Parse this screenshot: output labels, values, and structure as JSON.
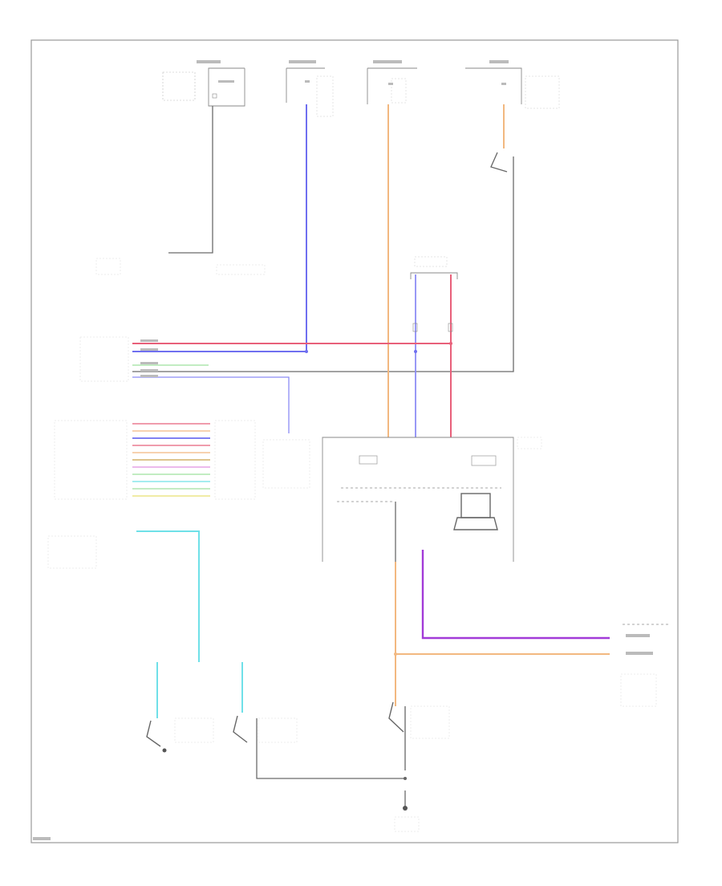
{
  "diagram": {
    "colors": {
      "red": "#e8607a",
      "blue": "#6f6ff0",
      "orange": "#f2b880",
      "purple": "#a23ad8",
      "cyan": "#6fe0e8",
      "green": "#9ee09e",
      "gray": "#6b6b6b",
      "lavender": "#8c8cf5"
    },
    "wires": [
      {
        "id": "blue-main",
        "color": "blue"
      },
      {
        "id": "orange-main",
        "color": "orange"
      },
      {
        "id": "red-main",
        "color": "red"
      },
      {
        "id": "purple-main",
        "color": "purple"
      },
      {
        "id": "cyan-left",
        "color": "cyan"
      },
      {
        "id": "cyan-mid",
        "color": "cyan"
      },
      {
        "id": "cyan-seat",
        "color": "cyan"
      }
    ]
  }
}
